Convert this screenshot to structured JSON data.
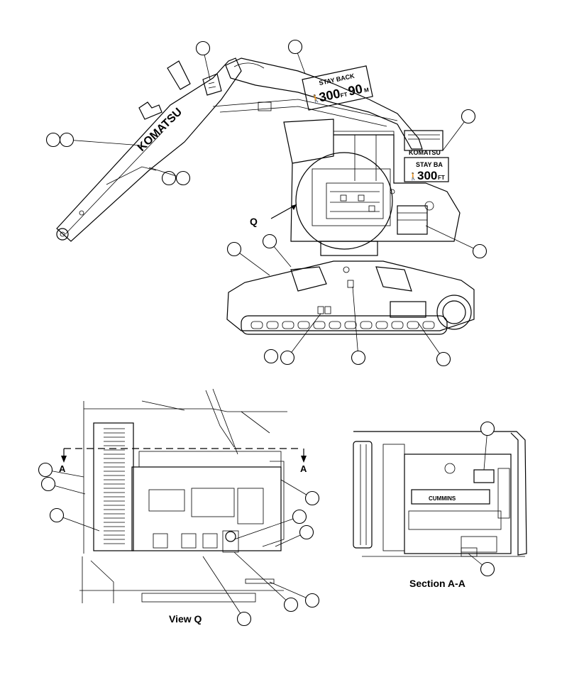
{
  "brand": {
    "boom_logo": "KOMATSU",
    "cab_logo": "KOMATSU"
  },
  "decals": {
    "boom_decal": {
      "line1": "STAY BACK",
      "num1": "300",
      "unit1": "FT",
      "num2": "90",
      "unit2": "M"
    },
    "cab_decal": {
      "line1": "STAY BA",
      "num1": "300",
      "unit1": "FT"
    }
  },
  "labels": {
    "detail_q": "Q",
    "section_a_left": "A",
    "section_a_right": "A",
    "view_q_caption": "View Q",
    "section_caption": "Section A-A",
    "engine_plate": "CUMMINS"
  }
}
